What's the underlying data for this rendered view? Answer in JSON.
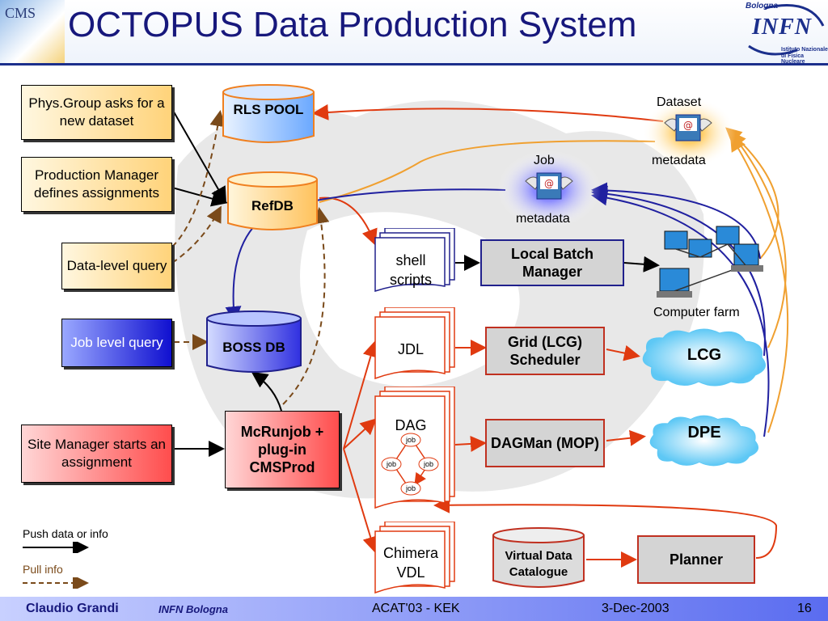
{
  "title": "OCTOPUS Data Production System",
  "logos": {
    "cms": "CMS",
    "infn_city": "Bologna",
    "infn": "INFN",
    "infn_sub1": "Istituto Nazionale",
    "infn_sub2": "di Fisica Nucleare"
  },
  "actors": {
    "phys_group": "Phys.Group asks for a new dataset",
    "prod_manager": "Production Manager defines assignments",
    "data_level_query": "Data-level query",
    "job_level_query": "Job level query",
    "site_manager": "Site Manager starts an assignment"
  },
  "databases": {
    "rls": "RLS POOL",
    "refdb": "RefDB",
    "boss": "BOSS DB",
    "vdc": "Virtual Data Catalogue"
  },
  "components": {
    "mcrunjob": "McRunjob + plug-in CMSProd",
    "local_batch": "Local Batch Manager",
    "grid_scheduler": "Grid (LCG) Scheduler",
    "dagman": "DAGMan (MOP)",
    "planner": "Planner"
  },
  "documents": {
    "shell": "shell scripts",
    "jdl": "JDL",
    "dag": "DAG",
    "chimera": "Chimera VDL",
    "dag_jobs": [
      "job",
      "job",
      "job",
      "job"
    ]
  },
  "clouds": {
    "lcg": "LCG",
    "dpe": "DPE"
  },
  "metadata": {
    "dataset_label": "Dataset",
    "dataset_meta": "metadata",
    "job_label": "Job",
    "job_meta": "metadata",
    "farm_label": "Computer farm"
  },
  "legend": {
    "push": "Push data or info",
    "pull": "Pull info"
  },
  "footer": {
    "author": "Claudio Grandi",
    "institute": "INFN Bologna",
    "conference": "ACAT'03 - KEK",
    "date": "3-Dec-2003",
    "page": "16"
  },
  "colors": {
    "title": "#17187c",
    "push_arrow": "#000000",
    "pull_arrow": "#7a4a1a",
    "red_arrow": "#e03a10",
    "orange_arrow": "#f0a030",
    "blue_arrow": "#2020a0"
  }
}
